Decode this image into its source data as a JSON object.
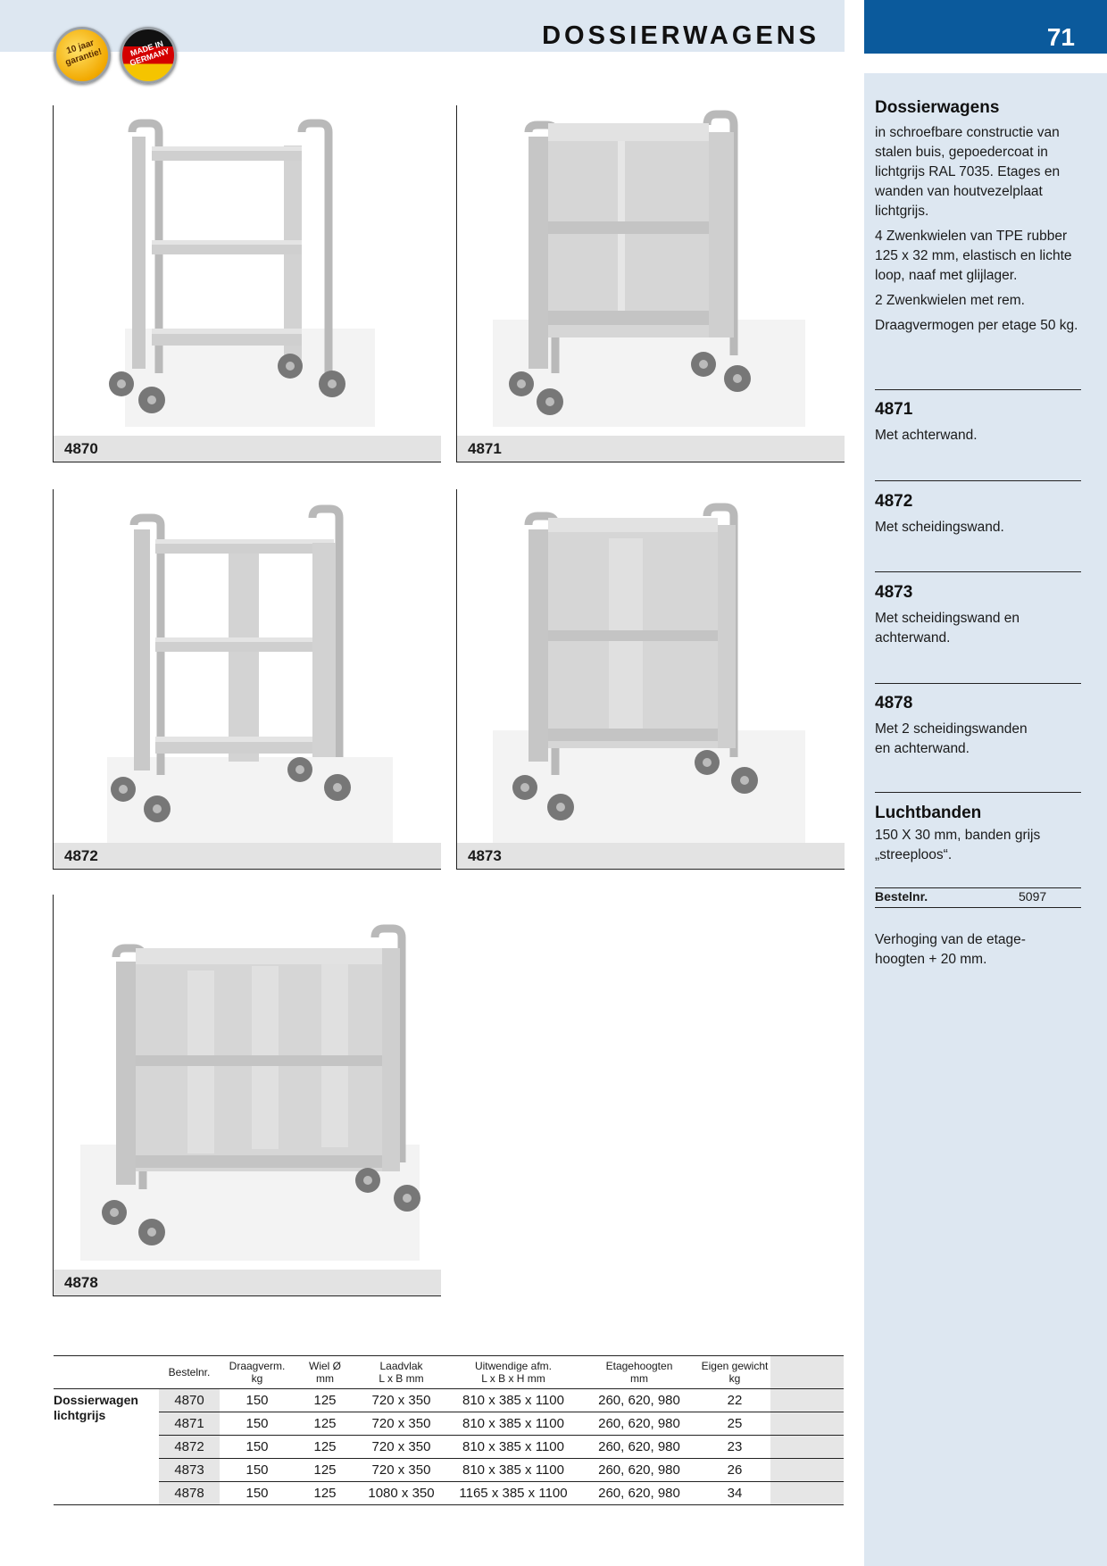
{
  "header": {
    "title": "DOSSIERWAGENS",
    "page_number": "71",
    "badges": [
      {
        "text": "10 jaar garantie!",
        "icon": "guarantee-badge-icon"
      },
      {
        "text": "MADE IN GERMANY",
        "icon": "made-in-germany-badge-icon"
      }
    ]
  },
  "products": [
    {
      "code": "4870",
      "image": "three-shelf-open-trolley"
    },
    {
      "code": "4871",
      "image": "trolley-with-back-wall"
    },
    {
      "code": "4872",
      "image": "trolley-with-divider"
    },
    {
      "code": "4873",
      "image": "trolley-with-divider-and-back-wall"
    },
    {
      "code": "4878",
      "image": "wide-trolley-with-two-dividers"
    }
  ],
  "sidebar": {
    "intro_title": "Dossierwagens",
    "intro_p1": "in schroefbare constructie van stalen buis, gepoedercoat in lichtgrijs RAL 7035. Etages en wanden van houtvezelplaat lichtgrijs.",
    "intro_p2": "4 Zwenkwielen van TPE rubber 125 x 32 mm, elastisch en lichte loop, naaf met glijlager.",
    "intro_p3": "2 Zwenkwielen met rem.",
    "intro_p4": "Draagvermogen per etage 50 kg.",
    "variants": [
      {
        "code": "4871",
        "text": "Met achterwand."
      },
      {
        "code": "4872",
        "text": "Met scheidingswand."
      },
      {
        "code": "4873",
        "text": "Met scheidingswand en achterwand."
      },
      {
        "code": "4878",
        "text": "Met 2 scheidingswanden en achterwand."
      }
    ],
    "tyres_title": "Luchtbanden",
    "tyres_text": "150 X 30 mm, banden grijs „streeploos“.",
    "order_label": "Bestelnr.",
    "order_value": "5097",
    "extra_text": "Verhoging van de etage-hoogten + 20 mm."
  },
  "table": {
    "headers": [
      {
        "l1": "Bestelnr.",
        "l2": ""
      },
      {
        "l1": "Draagverm.",
        "l2": "kg"
      },
      {
        "l1": "Wiel Ø",
        "l2": "mm"
      },
      {
        "l1": "Laadvlak",
        "l2": "L x B mm"
      },
      {
        "l1": "Uitwendige afm.",
        "l2": "L x B x H mm"
      },
      {
        "l1": "Etagehoogten",
        "l2": "mm"
      },
      {
        "l1": "Eigen gewicht",
        "l2": "kg"
      }
    ],
    "row_label": "Dossierwagen lichtgrijs",
    "rows": [
      [
        "4870",
        "150",
        "125",
        "720 x 350",
        "810 x 385 x 1100",
        "260, 620, 980",
        "22"
      ],
      [
        "4871",
        "150",
        "125",
        "720 x 350",
        "810 x 385 x 1100",
        "260, 620, 980",
        "25"
      ],
      [
        "4872",
        "150",
        "125",
        "720 x 350",
        "810 x 385 x 1100",
        "260, 620, 980",
        "23"
      ],
      [
        "4873",
        "150",
        "125",
        "720 x 350",
        "810 x 385 x 1100",
        "260, 620, 980",
        "26"
      ],
      [
        "4878",
        "150",
        "125",
        "1080 x 350",
        "1165 x 385 x 1100",
        "260, 620, 980",
        "34"
      ]
    ]
  }
}
